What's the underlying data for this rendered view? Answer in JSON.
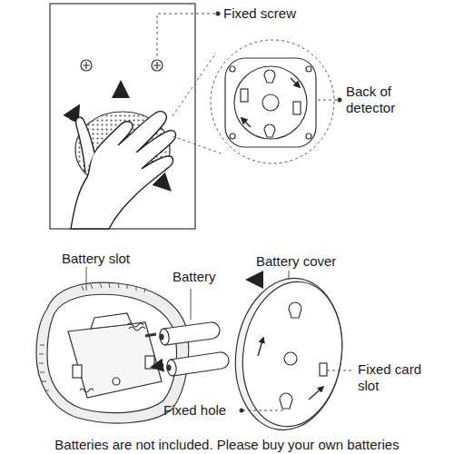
{
  "diagram": {
    "caption": "Batteries are not included. Please buy your own batteries",
    "labels": [
      "Fixed screw",
      "Back of detector",
      "Battery slot",
      "Battery",
      "Battery cover",
      "Fixed card slot",
      "Fixed hole"
    ]
  }
}
